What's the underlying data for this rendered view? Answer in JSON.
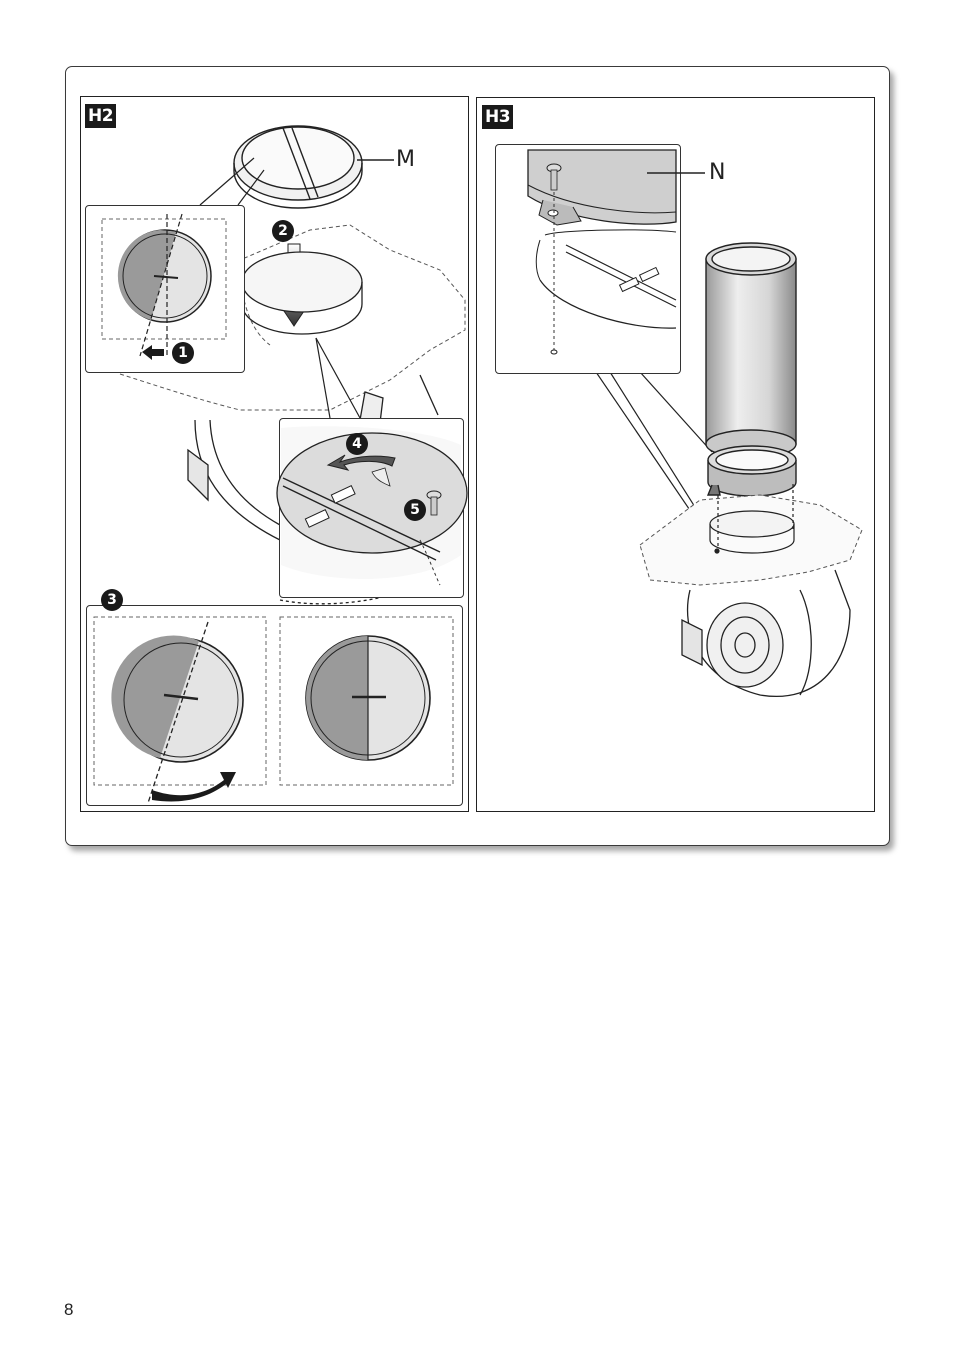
{
  "figure": {
    "panels": [
      {
        "tag": "H2"
      },
      {
        "tag": "H3"
      }
    ],
    "part_labels": {
      "m": "M",
      "n": "N"
    },
    "steps": [
      "1",
      "2",
      "3",
      "4",
      "5"
    ]
  },
  "footer": {
    "page_number": "8"
  },
  "colors": {
    "line": "#222222",
    "shade_dark": "#9a9a9a",
    "shade_light": "#e4e4e4",
    "badge": "#1a1a1a"
  }
}
